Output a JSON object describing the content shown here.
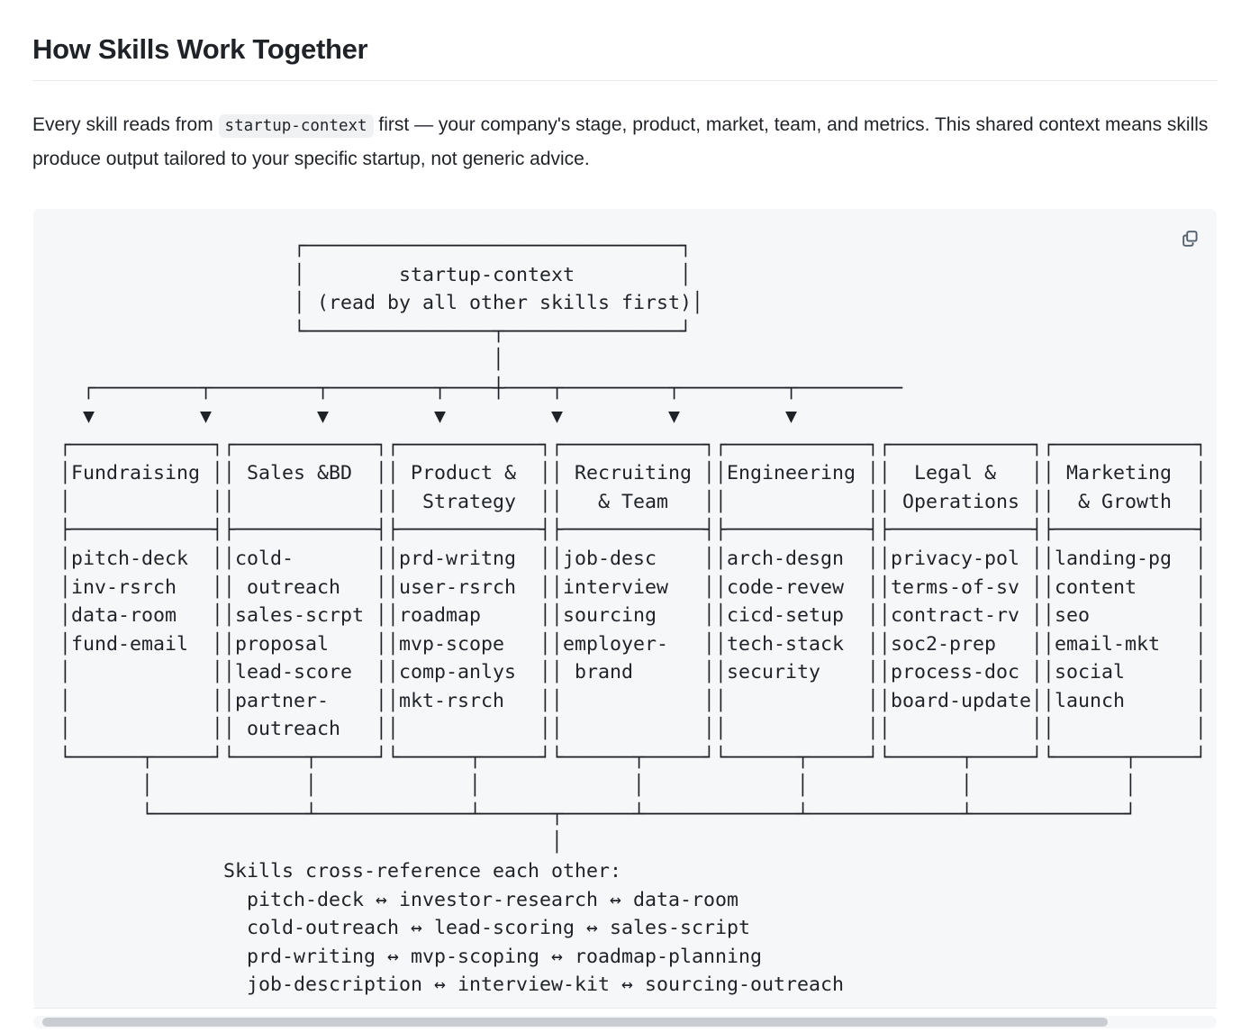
{
  "page": {
    "title": "How Skills Work Together",
    "intro_before_code": "Every skill reads from ",
    "intro_code": "startup-context",
    "intro_after_code": " first — your company's stage, product, market, team, and metrics. This shared context means skills produce output tailored to your specific startup, not generic advice."
  },
  "panel": {
    "copy_icon": "copy-icon",
    "background_color": "#f6f7f9"
  },
  "diagram": {
    "root": {
      "title": "startup-context",
      "subtitle": "(read by all other skills first)"
    },
    "columns": [
      {
        "header": [
          "Fundraising"
        ],
        "items": [
          "pitch-deck",
          "inv-rsrch",
          "data-room",
          "fund-email"
        ]
      },
      {
        "header": [
          "Sales &BD"
        ],
        "items": [
          "cold-",
          " outreach",
          "sales-scrpt",
          "proposal",
          "lead-score",
          "partner-",
          " outreach"
        ]
      },
      {
        "header": [
          "Product &",
          "Strategy"
        ],
        "items": [
          "prd-writng",
          "user-rsrch",
          "roadmap",
          "mvp-scope",
          "comp-anlys",
          "mkt-rsrch"
        ]
      },
      {
        "header": [
          "Recruiting",
          "& Team"
        ],
        "items": [
          "job-desc",
          "interview",
          "sourcing",
          "employer-",
          " brand"
        ]
      },
      {
        "header": [
          "Engineering"
        ],
        "items": [
          "arch-desgn",
          "code-revew",
          "cicd-setup",
          "tech-stack",
          "security"
        ]
      },
      {
        "header": [
          "Legal &",
          "Operations"
        ],
        "items": [
          "privacy-pol",
          "terms-of-sv",
          "contract-rv",
          "soc2-prep",
          "process-doc",
          "board-update"
        ]
      },
      {
        "header": [
          "Marketing",
          "& Growth"
        ],
        "items": [
          "landing-pg",
          "content",
          "seo",
          "email-mkt",
          "social",
          "launch"
        ]
      }
    ],
    "footer": {
      "caption": "Skills cross-reference each other:",
      "chains": [
        "pitch-deck ↔ investor-research ↔ data-room",
        "cold-outreach ↔ lead-scoring ↔ sales-script",
        "prd-writing ↔ mvp-scoping ↔ roadmap-planning",
        "job-description ↔ interview-kit ↔ sourcing-outreach"
      ]
    },
    "ascii": "                    ┌────────────────────────────────┐\n                    │        startup-context         │\n                    │ (read by all other skills first)│\n                    └────────────────┬───────────────┘\n                                     │\n  ┌─────────┬─────────┬─────────┬────┼────┬─────────┬─────────┬─────────\n  ▼         ▼         ▼         ▼         ▼         ▼         ▼\n┌────────────┐┌────────────┐┌────────────┐┌────────────┐┌────────────┐┌────────────┐┌────────────┐\n│Fundraising ││ Sales &BD  ││ Product &  ││ Recruiting ││Engineering ││  Legal &   ││ Marketing  │\n│            ││            ││  Strategy  ││   & Team   ││            ││ Operations ││  & Growth  │\n├────────────┤├────────────┤├────────────┤├────────────┤├────────────┤├────────────┤├────────────┤\n│pitch-deck  ││cold-       ││prd-writng  ││job-desc    ││arch-desgn  ││privacy-pol ││landing-pg  │\n│inv-rsrch   ││ outreach   ││user-rsrch  ││interview   ││code-revew  ││terms-of-sv ││content     │\n│data-room   ││sales-scrpt ││roadmap     ││sourcing    ││cicd-setup  ││contract-rv ││seo         │\n│fund-email  ││proposal    ││mvp-scope   ││employer-   ││tech-stack  ││soc2-prep   ││email-mkt   │\n│            ││lead-score  ││comp-anlys  ││ brand      ││security    ││process-doc ││social      │\n│            ││partner-    ││mkt-rsrch   ││            ││            ││board-update││launch      │\n│            ││ outreach   ││            ││            ││            ││            ││            │\n└──────┬─────┘└──────┬─────┘└──────┬─────┘└──────┬─────┘└──────┬─────┘└──────┬─────┘└──────┬─────┘\n       │             │             │             │             │             │             │\n       └─────────────┴─────────────┴──────┬──────┴─────────────┴─────────────┴─────────────┘\n                                          │\n              Skills cross-reference each other:\n                pitch-deck ↔ investor-research ↔ data-room\n                cold-outreach ↔ lead-scoring ↔ sales-script\n                prd-writing ↔ mvp-scoping ↔ roadmap-planning\n                job-description ↔ interview-kit ↔ sourcing-outreach"
  }
}
